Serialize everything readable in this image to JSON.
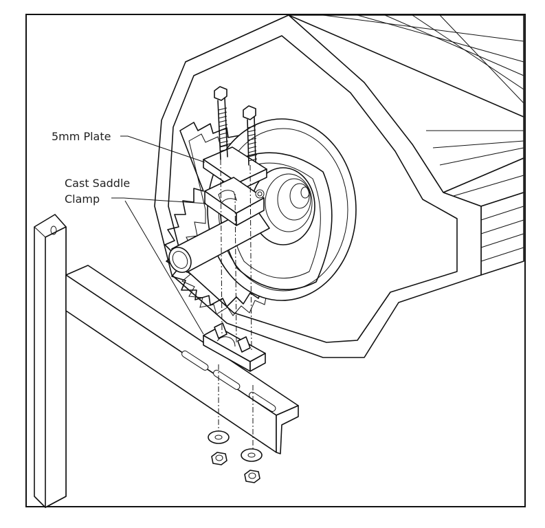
{
  "labels": {
    "plate": "5mm Plate",
    "clamp_line1": "Cast Saddle",
    "clamp_line2": "Clamp"
  },
  "colors": {
    "line": "#111111",
    "background": "#ffffff",
    "label_text": "#222222"
  }
}
